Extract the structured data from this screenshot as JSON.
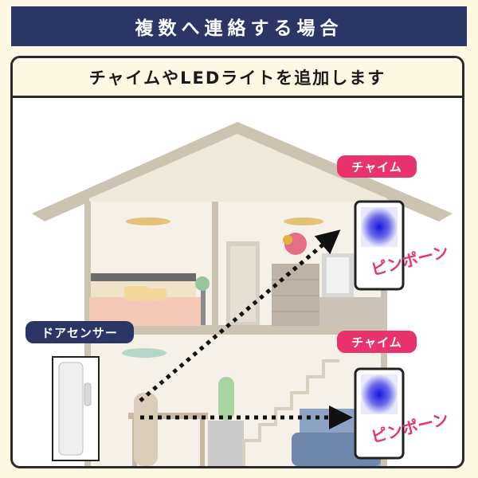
{
  "header": {
    "title": "複数へ連絡する場合"
  },
  "subtitle": "チャイムやLEDライトを追加します",
  "labels": {
    "chime_top": "チャイム",
    "chime_bottom": "チャイム",
    "door_sensor": "ドアセンサー",
    "sound_top": "ピンポーン",
    "sound_bottom": "ピンポーン"
  },
  "colors": {
    "navy": "#2b3566",
    "pink": "#e8336d",
    "cream": "#fdf8e4",
    "roof": "#c9bfae",
    "chime_light": "#3a3ad8"
  },
  "icons": {
    "chime": "chime-speaker-icon",
    "sensor": "door-sensor-icon",
    "arrow": "dotted-arrow-icon"
  }
}
